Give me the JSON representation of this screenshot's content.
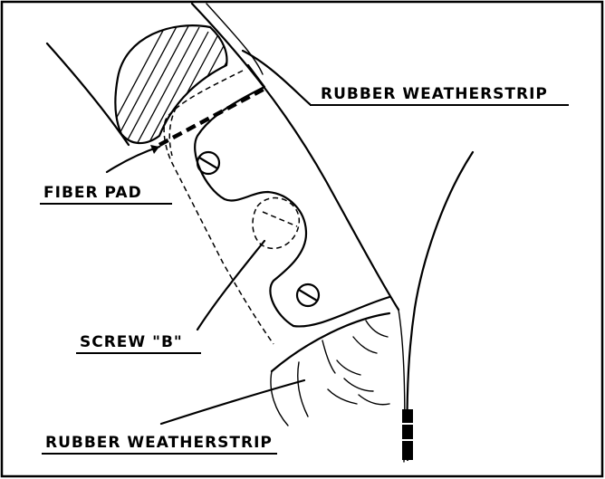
{
  "labels": {
    "top_right": "RUBBER WEATHERSTRIP",
    "fiber_pad": "FIBER PAD",
    "screw": "SCREW \"B\"",
    "bottom": "RUBBER WEATHERSTRIP"
  }
}
